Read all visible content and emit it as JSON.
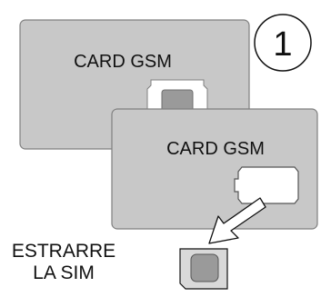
{
  "step": {
    "number": "1"
  },
  "cards": [
    {
      "label": "CARD GSM"
    },
    {
      "label": "CARD GSM"
    }
  ],
  "instruction": {
    "line1": "ESTRARRE",
    "line2": "LA SIM"
  },
  "icons": {
    "step_badge": "circle-number-icon",
    "arrow": "arrow-down-left-icon",
    "sim": "sim-chip-icon"
  },
  "colors": {
    "card_fill": "#c8c8c8",
    "card_stroke": "#7f7f7f",
    "chip_fill": "#9a9a9a",
    "cutout_fill": "#ffffff",
    "sim_fill": "#d9d9d9",
    "text": "#111111"
  }
}
